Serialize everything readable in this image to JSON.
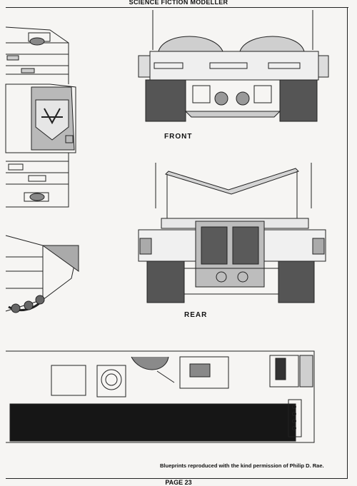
{
  "header": {
    "title": "SCIENCE FICTION MODELLER"
  },
  "views": {
    "front_label": "FRONT",
    "rear_label": "REAR"
  },
  "credit": "Blueprints reproduced with the kind permission of Philip D. Rae.",
  "footer": {
    "page": "PAGE 23"
  }
}
